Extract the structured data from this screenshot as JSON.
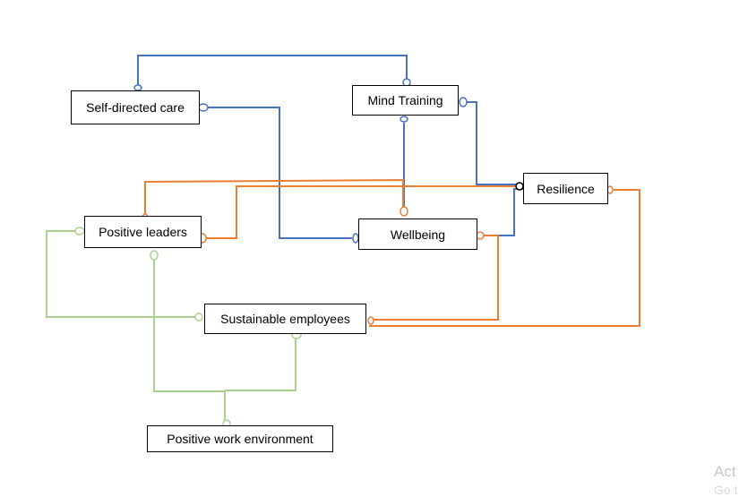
{
  "nodes": {
    "self_directed_care": "Self-directed care",
    "mind_training": "Mind Training",
    "resilience": "Resilience",
    "positive_leaders": "Positive leaders",
    "wellbeing": "Wellbeing",
    "sustainable_employees": "Sustainable employees",
    "positive_work_environment": "Positive work environment"
  },
  "watermark": {
    "line1": "Act",
    "line2": "Go t"
  },
  "colors": {
    "blue_connector": "#4472c4",
    "orange_connector": "#ed7d31",
    "green_connector": "#a9d18e",
    "box_border": "#000000"
  },
  "connections": [
    {
      "from": "Self-directed care",
      "to": "Mind Training",
      "color": "blue"
    },
    {
      "from": "Self-directed care",
      "to": "Wellbeing",
      "color": "blue"
    },
    {
      "from": "Mind Training",
      "to": "Wellbeing",
      "color": "blue"
    },
    {
      "from": "Mind Training",
      "to": "Resilience",
      "color": "blue"
    },
    {
      "from": "Wellbeing",
      "to": "Resilience",
      "color": "blue"
    },
    {
      "from": "Positive leaders",
      "to": "Wellbeing",
      "color": "orange"
    },
    {
      "from": "Positive leaders",
      "to": "Resilience",
      "color": "orange"
    },
    {
      "from": "Wellbeing",
      "to": "Sustainable employees",
      "color": "orange"
    },
    {
      "from": "Resilience",
      "to": "Sustainable employees",
      "color": "orange"
    },
    {
      "from": "Positive leaders",
      "to": "Sustainable employees",
      "color": "green"
    },
    {
      "from": "Positive leaders",
      "to": "Positive work environment",
      "color": "green"
    },
    {
      "from": "Sustainable employees",
      "to": "Positive work environment",
      "color": "green"
    }
  ]
}
